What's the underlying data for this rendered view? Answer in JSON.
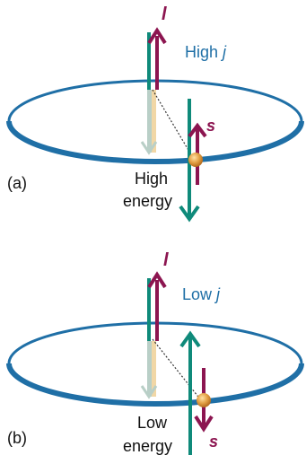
{
  "colors": {
    "ring": "#1f6fa6",
    "teal": "#0f8a7a",
    "maroon": "#8c1550",
    "faded_teal": "#b9cfc7",
    "faded_tan": "#f1d7a6",
    "label_blue": "#1f6fa6",
    "electron": "#e3a145"
  },
  "panel_a": {
    "label": "(a)",
    "l_label": "l",
    "s_label": "s",
    "j_prefix": "High ",
    "j_symbol": "j",
    "energy_line1": "High",
    "energy_line2": "energy"
  },
  "panel_b": {
    "label": "(b)",
    "l_label": "l",
    "s_label": "s",
    "j_prefix": "Low ",
    "j_symbol": "j",
    "energy_line1": "Low",
    "energy_line2": "energy"
  }
}
